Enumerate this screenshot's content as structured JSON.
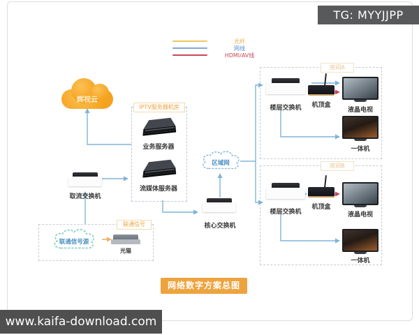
{
  "badges": {
    "tg": "TG: MYYJJPP",
    "watermark": "www.kaifa-download.com"
  },
  "legend": {
    "items": [
      {
        "label": "光纤",
        "color": "#EFC75E"
      },
      {
        "label": "网线",
        "color": "#7FA8D8"
      },
      {
        "label": "HDMI/AV线",
        "color": "#C9485B"
      }
    ]
  },
  "diagram": {
    "media_cloud": "辉视云",
    "iptv_room": {
      "label": "IPTV服务器机房",
      "servers": [
        "业务服务器",
        "流媒体服务器"
      ]
    },
    "lan_cloud": "区域网",
    "stream_switch": "取流交换机",
    "core_switch": "核心交换机",
    "unicom": {
      "label": "联通信号",
      "source_cloud": "联通信号源",
      "modem": "光猫"
    },
    "room_a": {
      "label": "房间A",
      "floor_switch": "楼层交换机",
      "stb": "机顶盒",
      "lcd_tv": "液晶电视",
      "aio": "一体机"
    },
    "room_b": {
      "label": "房间B",
      "floor_switch": "楼层交换机",
      "stb": "机顶盒",
      "lcd_tv": "液晶电视",
      "aio": "一体机"
    },
    "title": "网络数字方案总图"
  },
  "colors": {
    "line_blue": "#7FB3D9",
    "fiber_yellow": "#EFC75E",
    "hdmi_red": "#C9485B",
    "accent_orange": "#EDA33E",
    "badge_gray": "#58595B",
    "cloud_orange": "#F5A21F",
    "teal_cloud_border": "#7ECEC4"
  }
}
